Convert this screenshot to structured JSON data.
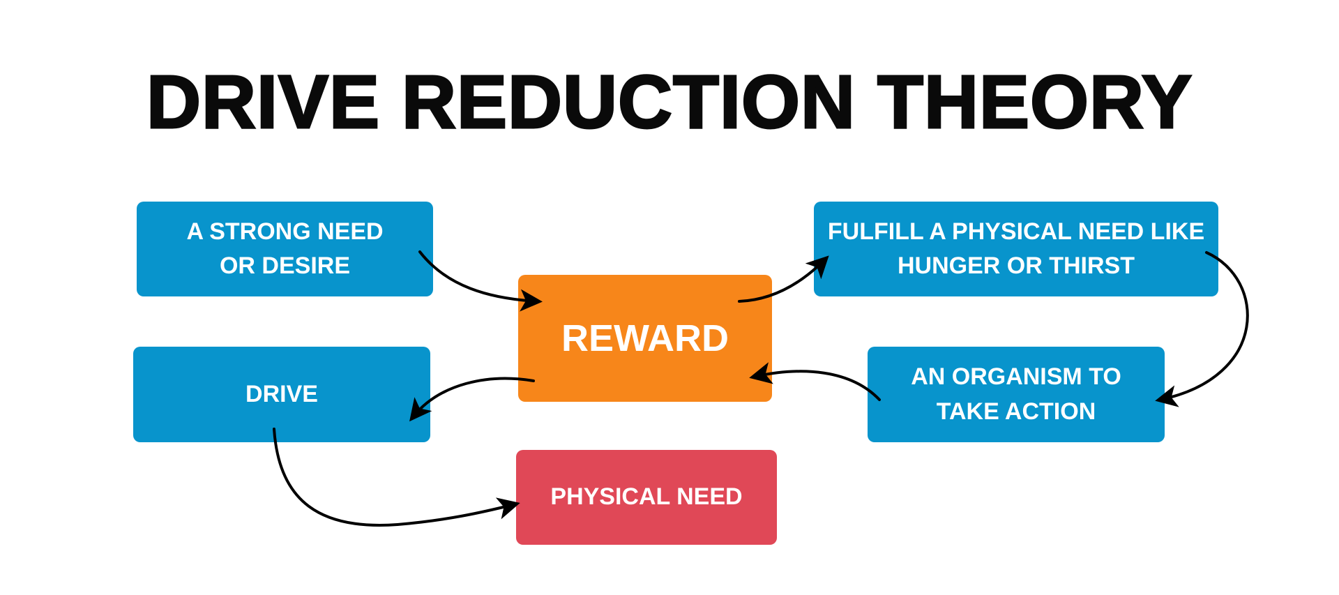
{
  "title": "DRIVE REDUCTION THEORY",
  "nodes": {
    "strong_need": "A STRONG NEED OR DESIRE",
    "reward": "REWARD",
    "fulfill": "FULFILL A PHYSICAL NEED LIKE HUNGER OR THIRST",
    "drive": "DRIVE",
    "organism": "AN ORGANISM TO TAKE ACTION",
    "physical_need": "PHYSICAL NEED"
  },
  "colors": {
    "blue": "#0894cc",
    "orange": "#f7861a",
    "red": "#e04857"
  }
}
